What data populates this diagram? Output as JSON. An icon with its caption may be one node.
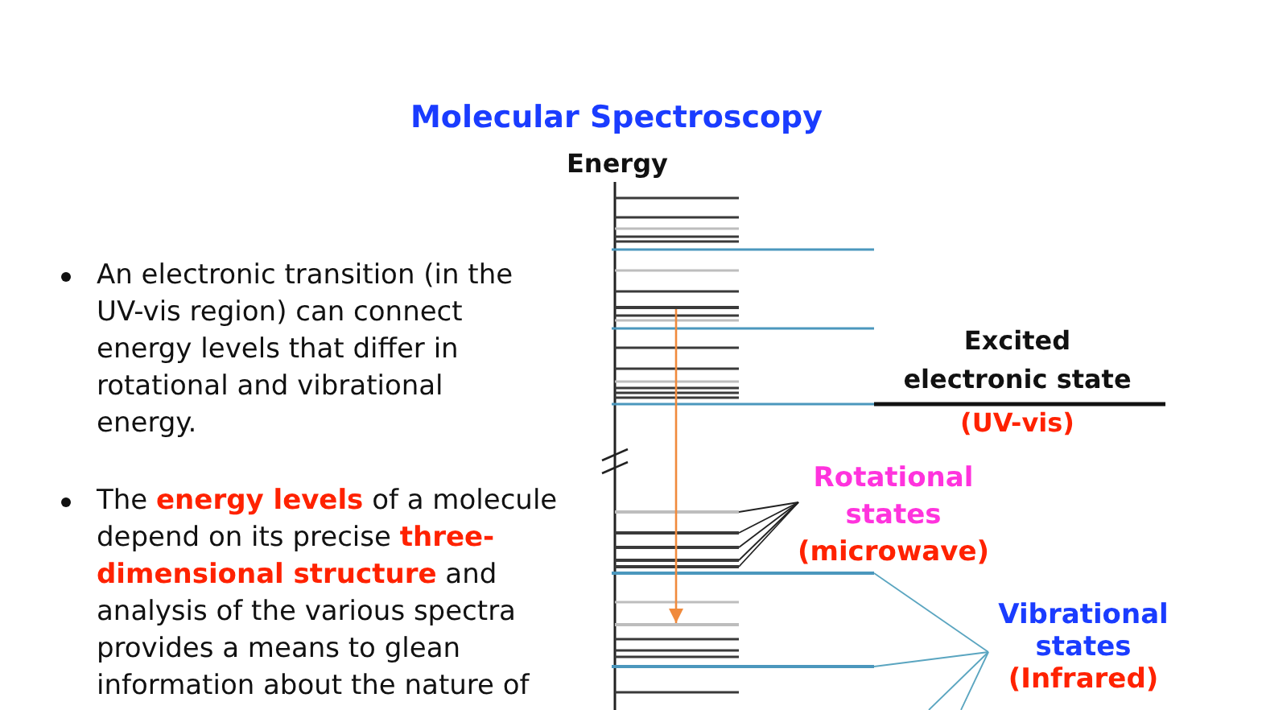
{
  "diagram": {
    "title": "Molecular Spectroscopy",
    "nodes": [
      {
        "text": [
          "Rotational states",
          "(microwave)"
        ]
      },
      {
        "text": [
          "Vibrational states",
          "(Infrared)"
        ]
      },
      {
        "text": [],
        "shape": "line"
      },
      {
        "text": [],
        "shape": "line"
      },
      {
        "text": [],
        "shape": "line"
      },
      {
        "text": [],
        "shape": "line"
      },
      {
        "text": [],
        "shape": "line"
      },
      {
        "text": [],
        "shape": "line"
      },
      {
        "text": [],
        "shape": "line"
      },
      {
        "text": [],
        "shape": "line"
      },
      {
        "text": [],
        "shape": "line"
      }
    ],
    "edges": [
      {
        "from": 0,
        "to": 2,
        "arrow": "none"
      },
      {
        "from": 0,
        "to": 3,
        "arrow": "none"
      },
      {
        "from": 0,
        "to": 4,
        "arrow": "none"
      },
      {
        "from": 0,
        "to": 5,
        "arrow": "none"
      },
      {
        "from": 0,
        "to": 6,
        "arrow": "none"
      },
      {
        "from": 1,
        "to": 7,
        "arrow": "none",
        "color": "#5aa5c0"
      },
      {
        "from": 1,
        "to": 8,
        "arrow": "none",
        "color": "#5aa5c0"
      },
      {
        "from": 1,
        "to": null,
        "arrow": "none",
        "color": "#5aa5c0"
      },
      {
        "from": 1,
        "to": null,
        "arrow": "none",
        "color": "#5aa5c0"
      },
      {
        "from": 9,
        "to": 10,
        "arrow": "to",
        "color": "#f08a3c"
      }
    ],
    "labels": [
      "Energy",
      "Excited electronic state",
      "(UV-vis)",
      "An electronic transition (in the UV-vis region) can connect energy levels that differ in rotational and vibrational energy.",
      "The **energy levels** of a molecule depend on its precise **three-dimensional structure** and analysis of the various spectra provides a means to glean information about the nature of"
    ]
  }
}
